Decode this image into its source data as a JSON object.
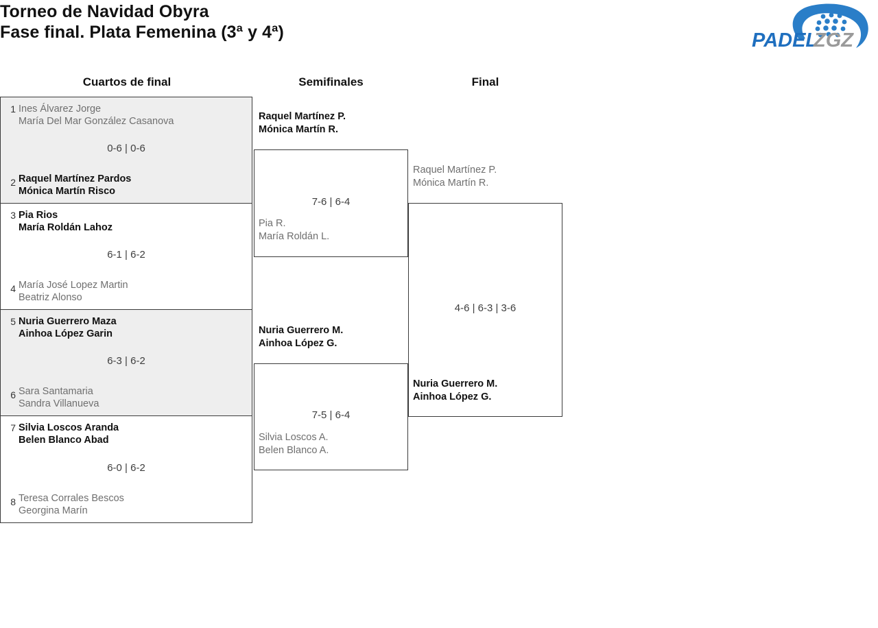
{
  "header": {
    "title_line1": "Torneo de Navidad Obyra",
    "title_line2": "Fase final. Plata Femenina (3ª y 4ª)",
    "logo": {
      "name": "padelzgz-logo",
      "text_primary": "PADEL",
      "text_secondary": "ZGZ",
      "color_primary": "#1f6fbf",
      "color_secondary": "#9a9a9a",
      "swoosh_color": "#2a7ec8"
    }
  },
  "rounds": [
    {
      "label": "Cuartos de final"
    },
    {
      "label": "Semifinales"
    },
    {
      "label": "Final"
    }
  ],
  "quarterfinals": [
    {
      "shaded": true,
      "score": "0-6 | 0-6",
      "top": {
        "seed": "1",
        "p1": "Ines Álvarez Jorge",
        "p2": "María Del Mar González Casanova",
        "winner": false
      },
      "bottom": {
        "seed": "2",
        "p1": "Raquel Martínez Pardos",
        "p2": "Mónica Martín Risco",
        "winner": true
      }
    },
    {
      "shaded": false,
      "score": "6-1 | 6-2",
      "top": {
        "seed": "3",
        "p1": "Pia Rios",
        "p2": "María Roldán Lahoz",
        "winner": true
      },
      "bottom": {
        "seed": "4",
        "p1": "María José Lopez Martin",
        "p2": "Beatriz Alonso",
        "winner": false
      }
    },
    {
      "shaded": true,
      "score": "6-3 | 6-2",
      "top": {
        "seed": "5",
        "p1": "Nuria Guerrero Maza",
        "p2": "Ainhoa López Garin",
        "winner": true
      },
      "bottom": {
        "seed": "6",
        "p1": "Sara Santamaria",
        "p2": "Sandra Villanueva",
        "winner": false
      }
    },
    {
      "shaded": false,
      "score": "6-0 | 6-2",
      "top": {
        "seed": "7",
        "p1": "Silvia Loscos Aranda",
        "p2": "Belen Blanco Abad",
        "winner": true
      },
      "bottom": {
        "seed": "8",
        "p1": "Teresa Corrales Bescos",
        "p2": "Georgina Marín",
        "winner": false
      }
    }
  ],
  "semifinals": [
    {
      "score": "7-6 | 6-4",
      "top": {
        "p1": "Raquel Martínez P.",
        "p2": "Mónica Martín R.",
        "winner": true
      },
      "bottom": {
        "p1": "Pia R.",
        "p2": "María Roldán L.",
        "winner": false
      }
    },
    {
      "score": "7-5 | 6-4",
      "top": {
        "p1": "Nuria Guerrero M.",
        "p2": "Ainhoa López G.",
        "winner": true
      },
      "bottom": {
        "p1": "Silvia Loscos A.",
        "p2": "Belen Blanco A.",
        "winner": false
      }
    }
  ],
  "final": {
    "score": "4-6 | 6-3 | 3-6",
    "top": {
      "p1": "Raquel Martínez P.",
      "p2": "Mónica Martín R.",
      "winner": false
    },
    "bottom": {
      "p1": "Nuria Guerrero M.",
      "p2": "Ainhoa López G.",
      "winner": true
    }
  }
}
